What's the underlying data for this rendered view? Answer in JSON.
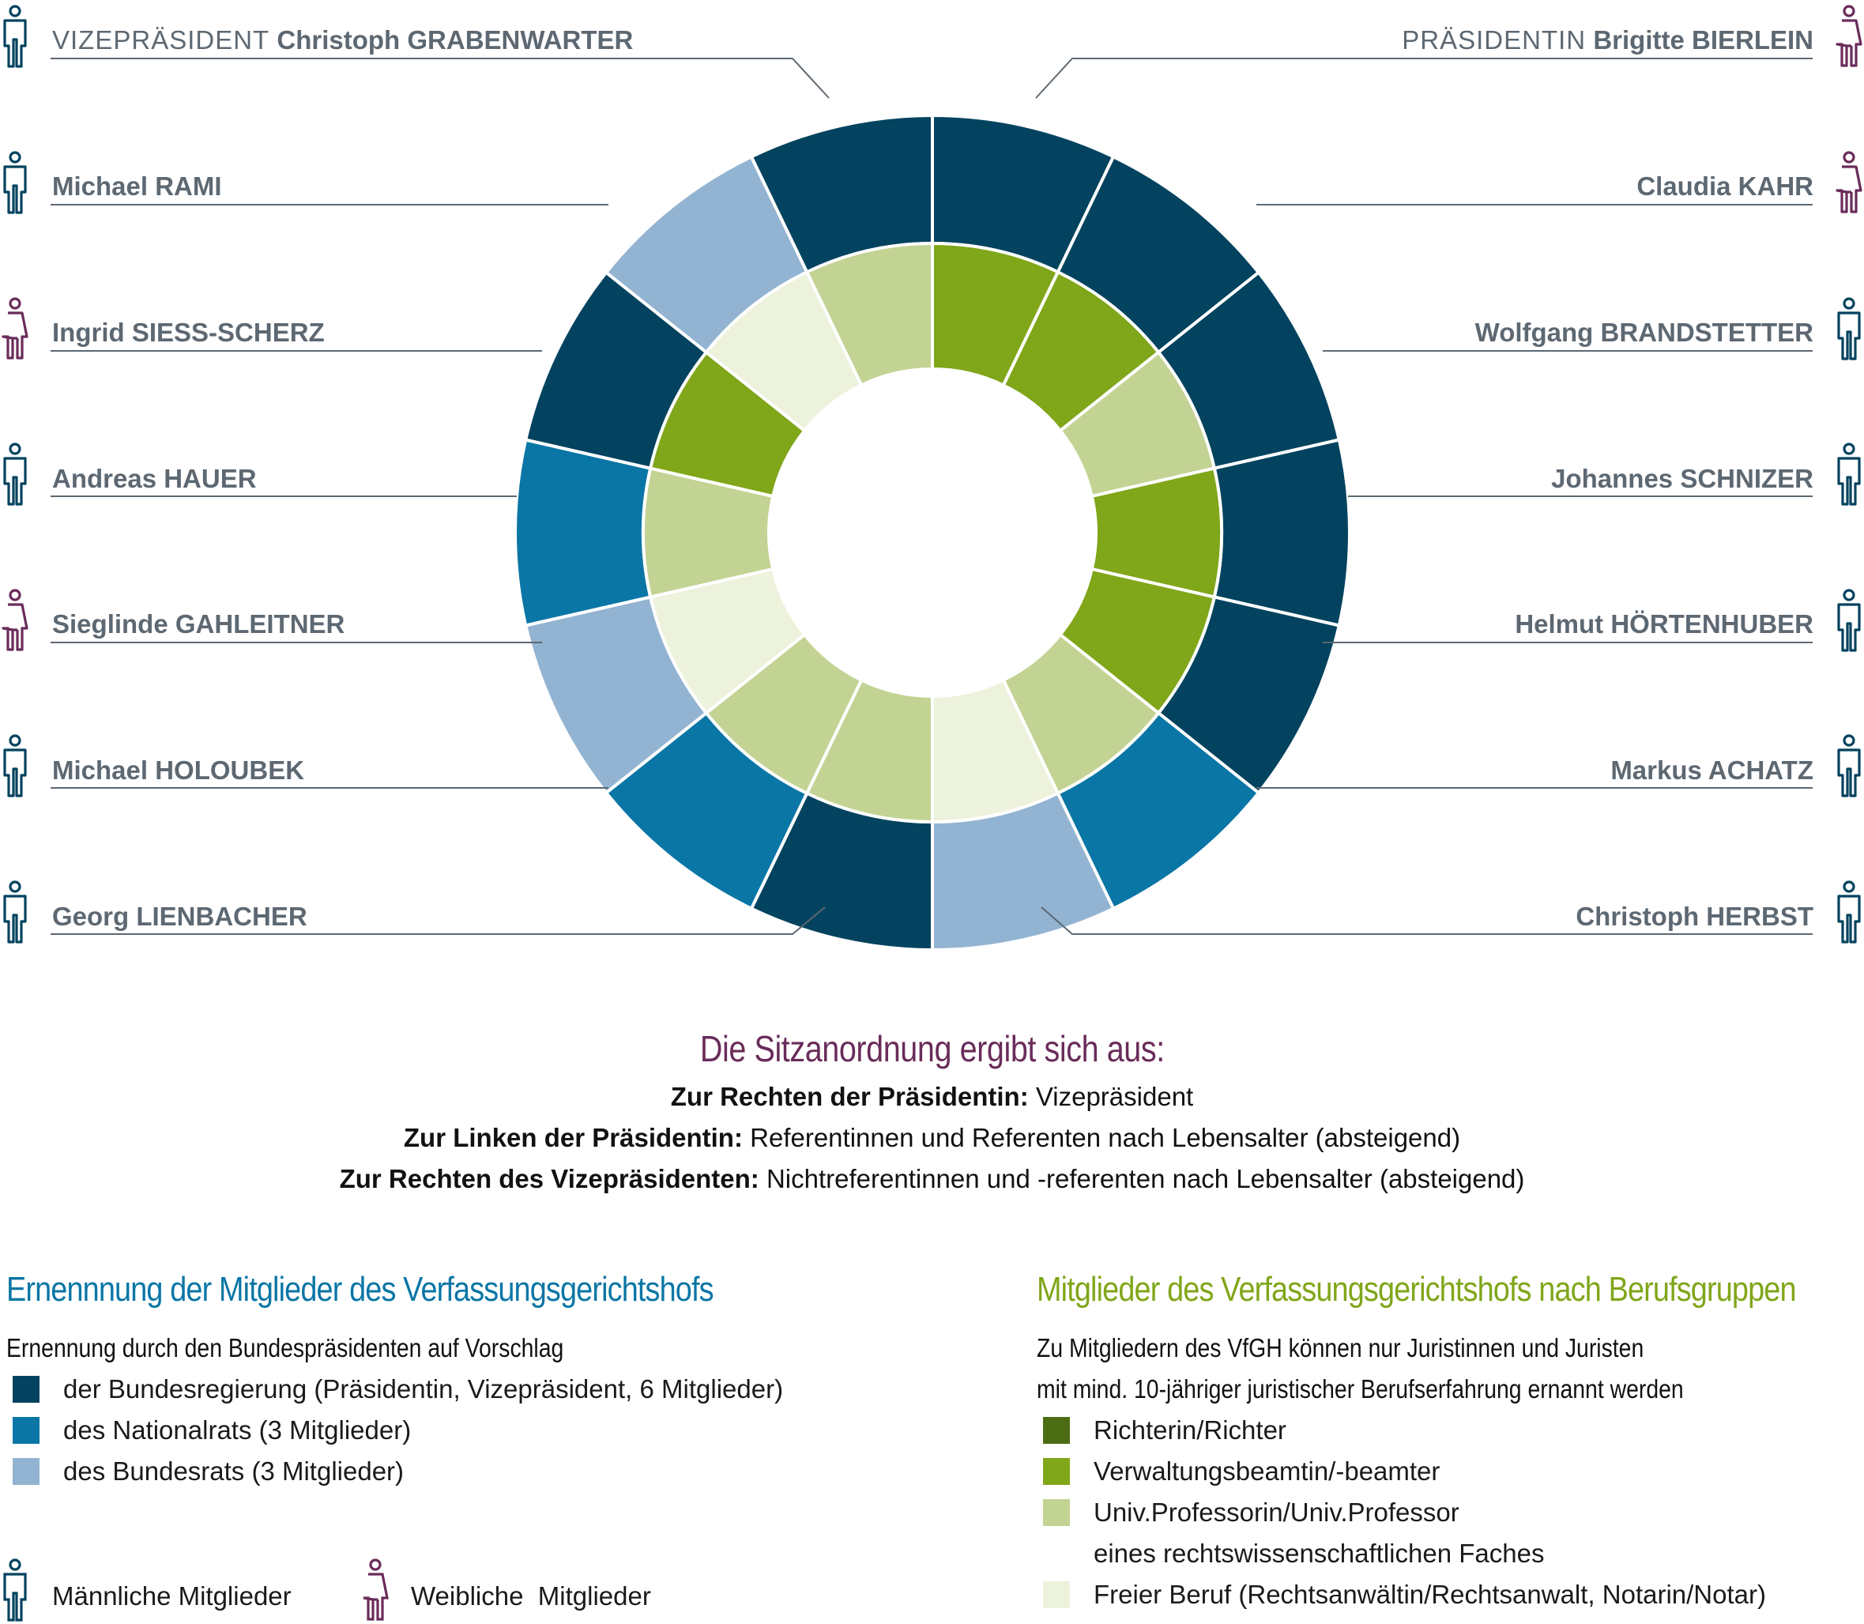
{
  "members_left": [
    {
      "role": "VIZEPRÄSIDENT",
      "name": "Christoph GRABENWARTER",
      "gender": "male"
    },
    {
      "role": "",
      "name": "Michael RAMI",
      "gender": "male"
    },
    {
      "role": "",
      "name": "Ingrid SIESS-SCHERZ",
      "gender": "female"
    },
    {
      "role": "",
      "name": "Andreas HAUER",
      "gender": "male"
    },
    {
      "role": "",
      "name": "Sieglinde GAHLEITNER",
      "gender": "female"
    },
    {
      "role": "",
      "name": "Michael HOLOUBEK",
      "gender": "male"
    },
    {
      "role": "",
      "name": "Georg LIENBACHER",
      "gender": "male"
    }
  ],
  "members_right": [
    {
      "role": "PRÄSIDENTIN",
      "name": "Brigitte BIERLEIN",
      "gender": "female"
    },
    {
      "role": "",
      "name": "Claudia KAHR",
      "gender": "female"
    },
    {
      "role": "",
      "name": "Wolfgang BRANDSTETTER",
      "gender": "male"
    },
    {
      "role": "",
      "name": "Johannes SCHNIZER",
      "gender": "male"
    },
    {
      "role": "",
      "name": "Helmut HÖRTENHUBER",
      "gender": "male"
    },
    {
      "role": "",
      "name": "Markus ACHATZ",
      "gender": "male"
    },
    {
      "role": "",
      "name": "Christoph HERBST",
      "gender": "male"
    }
  ],
  "ring": {
    "order_clockwise_from_top": [
      "Brigitte BIERLEIN",
      "Claudia KAHR",
      "Wolfgang BRANDSTETTER",
      "Johannes SCHNIZER",
      "Helmut HÖRTENHUBER",
      "Markus ACHATZ",
      "Christoph HERBST",
      "Georg LIENBACHER",
      "Michael HOLOUBEK",
      "Sieglinde GAHLEITNER",
      "Andreas HAUER",
      "Ingrid SIESS-SCHERZ",
      "Michael RAMI",
      "Christoph GRABENWARTER"
    ],
    "outer_appointment": [
      "regierung",
      "regierung",
      "regierung",
      "regierung",
      "regierung",
      "nationalrat",
      "bundesrat",
      "regierung",
      "nationalrat",
      "bundesrat",
      "nationalrat",
      "regierung",
      "bundesrat",
      "regierung"
    ],
    "inner_profession": [
      "verwaltung",
      "verwaltung",
      "professor",
      "verwaltung",
      "verwaltung",
      "professor",
      "frei",
      "professor",
      "professor",
      "frei",
      "professor",
      "verwaltung",
      "frei",
      "professor"
    ]
  },
  "colors": {
    "regierung": "#03435f",
    "nationalrat": "#0a76a5",
    "bundesrat": "#92b4d2",
    "richter": "#4d6d14",
    "verwaltung": "#80a619",
    "professor": "#c3d394",
    "frei": "#edf2dc",
    "male_icon": "#03435f",
    "female_icon": "#6a2c5a",
    "line": "#5d6872"
  },
  "seating": {
    "title": "Die Sitzanordnung ergibt sich aus:",
    "lines": [
      {
        "bold": "Zur Rechten der Präsidentin:",
        "text": " Vizepräsident"
      },
      {
        "bold": "Zur Linken der Präsidentin:",
        "text": " Referentinnen und Referenten nach Lebensalter (absteigend)"
      },
      {
        "bold": "Zur Rechten des Vizepräsidenten:",
        "text": " Nichtreferentinnen und -referenten nach Lebensalter (absteigend)"
      }
    ]
  },
  "legend_left": {
    "title": "Ernennnung der Mitglieder des Verfassungsgerichtshofs",
    "subtitle": "Ernennung durch den Bundespräsidenten auf Vorschlag",
    "items": [
      {
        "label": "der Bundesregierung (Präsidentin, Vizepräsident, 6 Mitglieder)",
        "color": "#03435f"
      },
      {
        "label": "des Nationalrats (3 Mitglieder)",
        "color": "#0a76a5"
      },
      {
        "label": "des Bundesrats (3 Mitglieder)",
        "color": "#92b4d2"
      }
    ],
    "male_label": "Männliche Mitglieder",
    "female_label": "Weibliche  Mitglieder"
  },
  "legend_right": {
    "title": "Mitglieder des Verfassungsgerichtshofs nach Berufsgruppen",
    "subtitle_1": "Zu Mitgliedern des VfGH können nur Juristinnen und Juristen",
    "subtitle_2": "mit mind. 10-jähriger juristischer Berufserfahrung ernannt werden",
    "items": [
      {
        "label": "Richterin/Richter",
        "color": "#4d6d14"
      },
      {
        "label": "Verwaltungsbeamtin/-beamter",
        "color": "#80a619"
      },
      {
        "label": "Univ.Professorin/Univ.Professor",
        "color": "#c3d394"
      },
      {
        "label": "Freier Beruf (Rechtsanwältin/Rechtsanwalt, Notarin/Notar)",
        "color": "#edf2dc"
      }
    ],
    "item_continuation": "eines rechtswissenschaftlichen Faches"
  }
}
